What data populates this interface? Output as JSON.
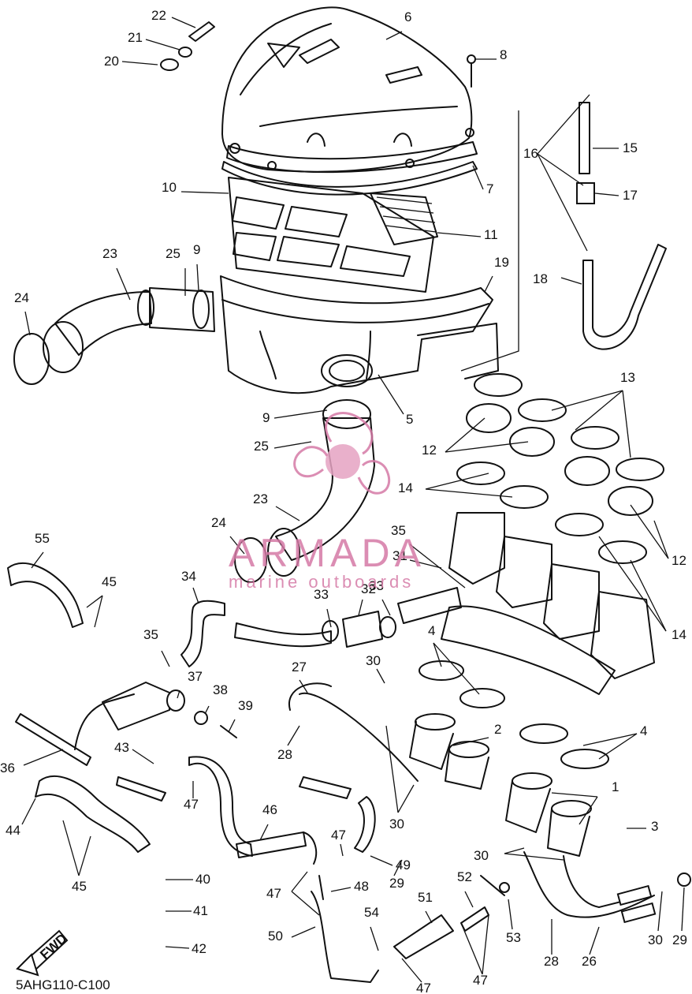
{
  "diagram_code": "5AHG110-C100",
  "fwd_badge": "FWD",
  "watermark": {
    "brand": "ARMADA",
    "tagline": "marine outboards",
    "color": "#e0a0c0"
  },
  "callouts": [
    "1",
    "2",
    "3",
    "4",
    "5",
    "6",
    "7",
    "8",
    "9",
    "10",
    "11",
    "12",
    "13",
    "14",
    "15",
    "16",
    "17",
    "18",
    "19",
    "20",
    "21",
    "22",
    "23",
    "24",
    "25",
    "26",
    "27",
    "28",
    "29",
    "30",
    "31",
    "32",
    "33",
    "34",
    "35",
    "36",
    "37",
    "38",
    "39",
    "40",
    "41",
    "42",
    "43",
    "44",
    "45",
    "46",
    "47",
    "48",
    "49",
    "50",
    "51",
    "52",
    "53",
    "54",
    "55"
  ]
}
